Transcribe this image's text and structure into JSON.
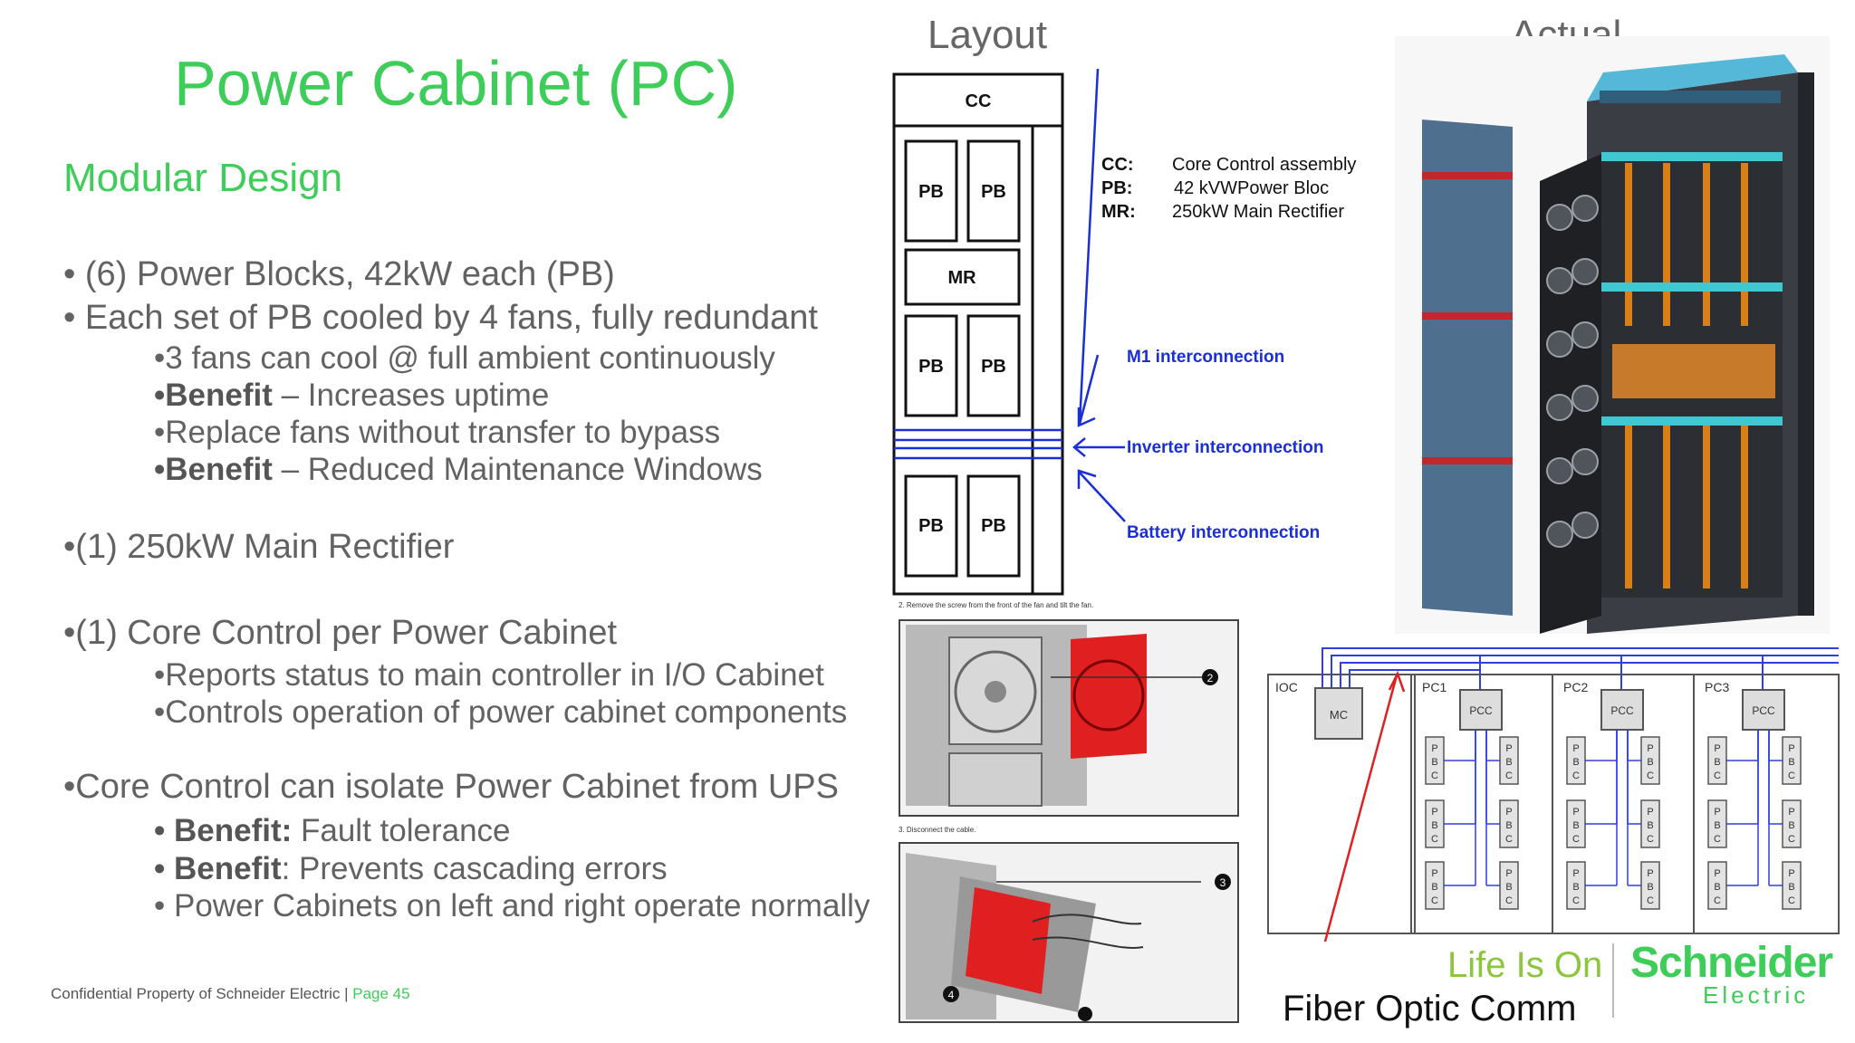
{
  "slide": {
    "title": "Power Cabinet (PC)",
    "subtitle": "Modular Design",
    "bullets": {
      "b1": "• (6) Power Blocks, 42kW each  (PB)",
      "b2": "• Each set of PB cooled by 4 fans, fully redundant",
      "b2a": "•3 fans can cool @ full ambient continuously",
      "b2b_bold": "•Benefit",
      "b2b_rest": " – Increases uptime",
      "b2c": "•Replace fans without transfer to bypass",
      "b2d_bold": "•Benefit",
      "b2d_rest": " – Reduced Maintenance Windows",
      "b3": "•(1) 250kW Main Rectifier",
      "b4": "•(1) Core Control per Power Cabinet",
      "b4a": "•Reports status to main controller in I/O Cabinet",
      "b4b": "•Controls operation of power cabinet components",
      "b5": "•Core Control can isolate Power Cabinet from UPS",
      "b5a_bold": "•  Benefit:",
      "b5a_rest": " Fault tolerance",
      "b5b_bold": "• Benefit",
      "b5b_rest": ": Prevents cascading errors",
      "b5c": "• Power Cabinets on left and right operate normally"
    },
    "footer": {
      "text": "Confidential Property of Schneider Electric | ",
      "page": "Page 45"
    }
  },
  "layout_diagram": {
    "heading": "Layout",
    "cc": "CC",
    "pb": "PB",
    "mr": "MR",
    "legend": [
      {
        "key": "CC:",
        "value": "Core Control assembly"
      },
      {
        "key": "PB:",
        "value": "42 kVWPower Bloc"
      },
      {
        "key": "MR:",
        "value": "250kW Main Rectifier"
      }
    ],
    "interconnections": {
      "m1": "M1 interconnection",
      "inverter": "Inverter interconnection",
      "battery": "Battery interconnection"
    },
    "accent_color": "#1a2fd6"
  },
  "actual_photo": {
    "heading": "Actual"
  },
  "fan_steps": {
    "step2": "2. Remove the screw from the front of the fan and tilt the fan.",
    "step3": "3. Disconnect the cable.",
    "callout_2": "2",
    "callout_3": "3",
    "callout_4": "4"
  },
  "wiring": {
    "ioc": "IOC",
    "mc": "MC",
    "pc1": "PC1",
    "pc2": "PC2",
    "pc3": "PC3",
    "pcc": "PCC",
    "pbc": "P\nB\nC",
    "fiber_label": "Fiber Optic Comm"
  },
  "branding": {
    "life_is_on": "Life Is On",
    "schneider": "Schneider",
    "electric": "Electric",
    "brand_color": "#3dcd58"
  }
}
